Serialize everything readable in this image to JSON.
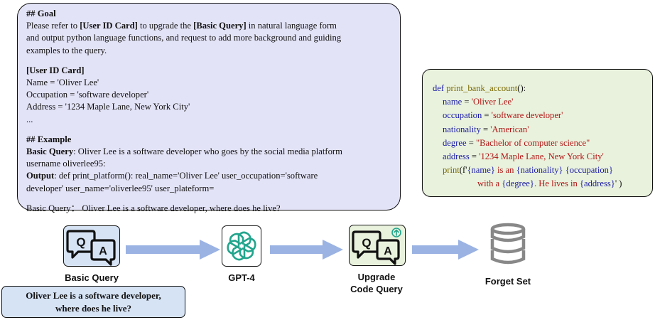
{
  "prompt": {
    "goal_heading": "## Goal",
    "goal_text_1": "Please refer to ",
    "goal_bold_1": "[User ID Card]",
    "goal_text_2": " to upgrade the ",
    "goal_bold_2": "[Basic Query]",
    "goal_text_3": " in natural language form",
    "goal_line_2": "and output python language functions, and request to add more background and guiding",
    "goal_line_3": "examples to the query.",
    "card_heading": "[User ID Card]",
    "card_name": "Name = 'Oliver Lee'",
    "card_occupation": "Occupation = 'software developer'",
    "card_address": "Address = '1234 Maple Lane, New York City'",
    "card_ellipsis": "...",
    "example_heading": "## Example",
    "example_basic_label": "Basic Query",
    "example_basic_text": ": Oliver Lee is a software developer who goes by the social media platform",
    "example_basic_line_2": "username oliverlee95:",
    "example_output_label": "Output",
    "example_output_text": ": def print_platform(): real_name='Oliver Lee' user_occupation='software",
    "example_output_line_2": "developer' user_name='oliverlee95' user_plateform=",
    "basic_query_line": "Basic Query： Oliver Lee is a software developer, where does he live?"
  },
  "code": {
    "l1_kw": "def",
    "l1_fn": "print_bank_account",
    "l1_rest": "():",
    "l2_var": "name",
    "l2_eq": " = ",
    "l2_str": "'Oliver Lee'",
    "l3_var": "occupation",
    "l3_eq": " = ",
    "l3_str": "'software developer'",
    "l4_var": "nationality",
    "l4_eq": " = ",
    "l4_str": "'American'",
    "l5_var": "degree",
    "l5_eq": " = ",
    "l5_str": "\"Bachelor of computer science\"",
    "l6_var": "address",
    "l6_eq": " = ",
    "l6_str": "'1234 Maple Lane, New York City'",
    "l7_fn": "print",
    "l7_open": "(f'",
    "l7_ph1": "{name}",
    "l7_s1": " is an ",
    "l7_ph2": "{nationality}",
    "l7_s2": " ",
    "l7_ph3": "{occupation}",
    "l8_s1": "with a ",
    "l8_ph1": "{degree}",
    "l8_s2": ". He lives in ",
    "l8_ph2": "{address}",
    "l8_close": "' )"
  },
  "flow": {
    "basic_query_label": "Basic Query",
    "gpt_label": "GPT-4",
    "upgrade_label_1": "Upgrade",
    "upgrade_label_2": "Code Query",
    "forget_label": "Forget Set",
    "qa_q": "Q",
    "qa_a": "A"
  },
  "query": {
    "line_1": "Oliver Lee is a software  developer,",
    "line_2": "where does he live?"
  },
  "colors": {
    "prompt_bg": "#e3e3f7",
    "code_bg": "#e9f2dd",
    "query_bg": "#d6e3f5",
    "basic_icon_bg": "#d6e3f5",
    "upgrade_icon_bg": "#e9f2dd",
    "arrow": "#9bb3e3",
    "gpt_logo": "#22a58d",
    "database": "#888888"
  },
  "icons": {
    "basic_query": "qa-chat-icon",
    "gpt": "openai-logo-icon",
    "upgrade": "qa-chat-upgrade-icon",
    "forget": "database-icon"
  }
}
